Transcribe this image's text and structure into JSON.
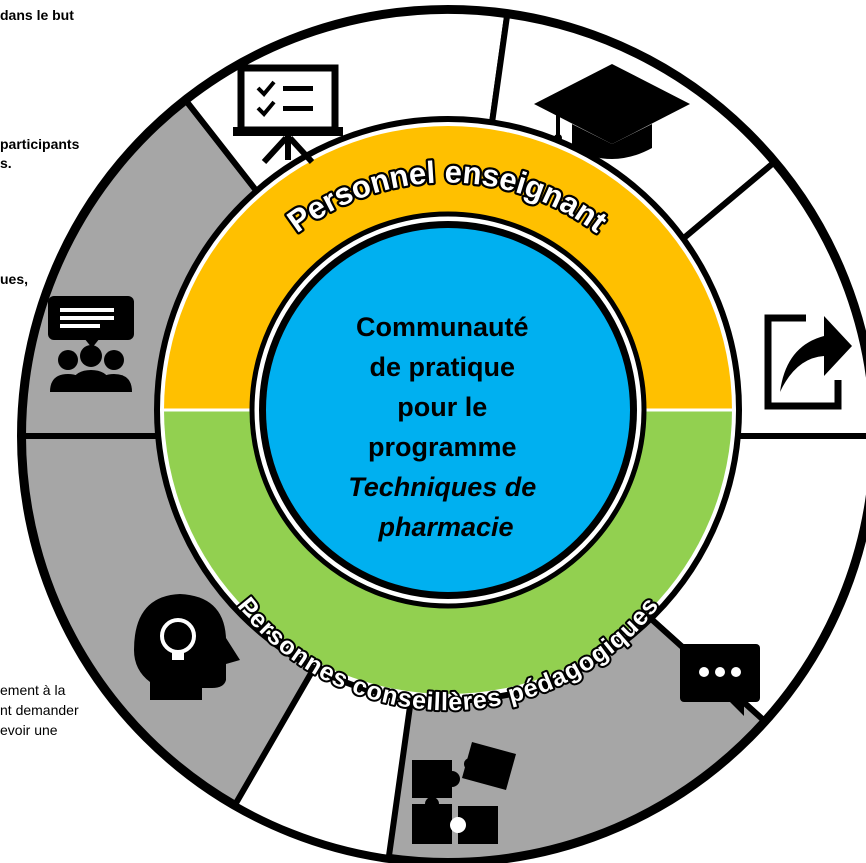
{
  "side_texts": [
    {
      "id": "t1",
      "text": "dans le but"
    },
    {
      "id": "t2",
      "text": "participants"
    },
    {
      "id": "t3",
      "text": "s."
    },
    {
      "id": "t4",
      "text": "ues,"
    },
    {
      "id": "t5",
      "text": "ement à la"
    },
    {
      "id": "t6",
      "text": "nt demander"
    },
    {
      "id": "t7",
      "text": "evoir une"
    }
  ],
  "ring": {
    "top_label": "Personnel enseignant",
    "bottom_label": "Personnes conseillères pédagogiques"
  },
  "center": {
    "lines": [
      "Communauté",
      "de pratique",
      "pour le",
      "programme"
    ],
    "italic_lines": [
      "Techniques de",
      "pharmacie"
    ]
  },
  "segments": [
    {
      "name": "presentation-board",
      "icon": "presentation-board-icon",
      "fill": "gray"
    },
    {
      "name": "graduation-cap",
      "icon": "graduation-cap-icon",
      "fill": "gray"
    },
    {
      "name": "share",
      "icon": "share-arrow-icon",
      "fill": "white"
    },
    {
      "name": "chat",
      "icon": "chat-bubble-icon",
      "fill": "white"
    },
    {
      "name": "puzzle",
      "icon": "puzzle-icon",
      "fill": "white"
    },
    {
      "name": "idea",
      "icon": "idea-head-icon",
      "fill": "white"
    },
    {
      "name": "discussion-group",
      "icon": "discussion-group-icon",
      "fill": "gray"
    }
  ],
  "colors": {
    "gray_segment": "#a6a6a6",
    "white_segment": "#ffffff",
    "outline": "#000000",
    "top_band": "#ffc000",
    "bottom_band": "#92d050",
    "center": "#00b0f0"
  }
}
